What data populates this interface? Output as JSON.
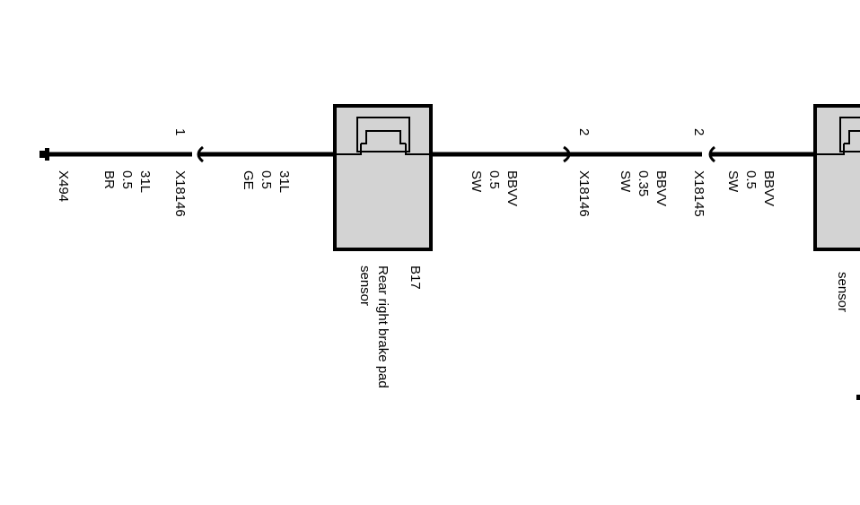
{
  "diagram": {
    "wire_color": "#000000",
    "component_fill": "#d3d3d3",
    "ground": {
      "label": "X494"
    },
    "wire_left": {
      "lines": [
        "X18146",
        "31L",
        "0.5",
        "BR"
      ]
    },
    "connector_pin_left": {
      "pin": "1"
    },
    "wire_mid_left": {
      "lines": [
        "31L",
        "0.5",
        "GE"
      ]
    },
    "component_b17": {
      "code": "B17",
      "name_line1": "Rear right brake pad",
      "name_line2": "sensor"
    },
    "wire_right_1": {
      "lines": [
        "BBVV",
        "0.5",
        "SW"
      ]
    },
    "connector_pin_right_1": {
      "pin": "2",
      "label": "X18146"
    },
    "wire_right_2": {
      "lines": [
        "BBVV",
        "0.35",
        "SW"
      ]
    },
    "connector_pin_right_2": {
      "pin": "2",
      "label": "X18145"
    },
    "wire_right_3": {
      "lines": [
        "BBVV",
        "0.5",
        "SW"
      ]
    },
    "component_right_partial": {
      "name_line": "sensor"
    }
  }
}
